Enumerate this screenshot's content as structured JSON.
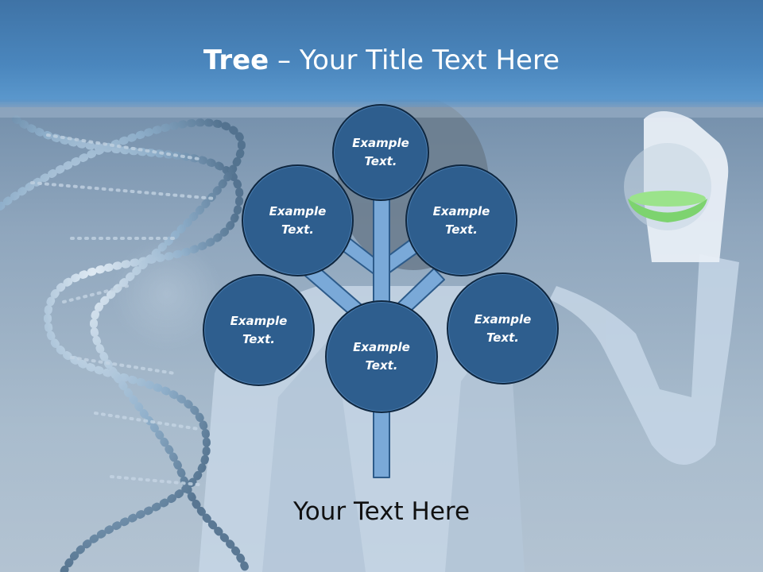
{
  "title": {
    "bold": "Tree",
    "rest": " – Your Title Text Here"
  },
  "nodes": [
    {
      "text": "Example\nText."
    },
    {
      "text": "Example\nText."
    },
    {
      "text": "Example\nText."
    },
    {
      "text": "Example\nText."
    },
    {
      "text": "Example\nText."
    },
    {
      "text": "Example\nText."
    }
  ],
  "footer": "Your Text Here",
  "colors": {
    "title_bar": "#4a86bd",
    "node_fill": "#2e5e8e",
    "node_border": "#0f2740",
    "trunk_fill": "#7aa9d8",
    "trunk_stroke": "#2d5b8a"
  }
}
